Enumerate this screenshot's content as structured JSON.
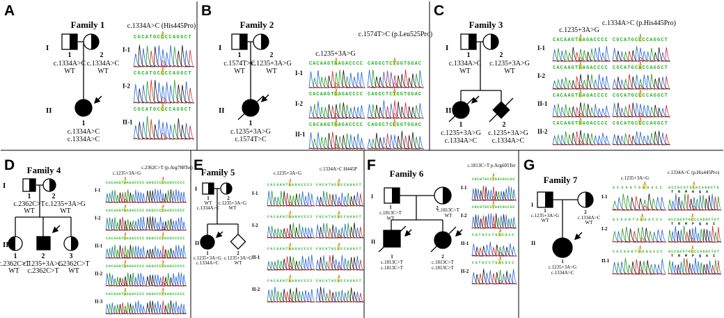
{
  "panels": [
    {
      "letter": "A",
      "family": "Family 1",
      "generations": [
        "I",
        "II"
      ],
      "individuals": [
        {
          "id": "1",
          "genotype": [
            "c.1334A>C",
            "WT"
          ]
        },
        {
          "id": "2",
          "genotype": [
            "c.1334A>C",
            "WT"
          ]
        },
        {
          "id": "1",
          "genotype": [
            "c.1334A>C",
            "c.1334A>C"
          ]
        }
      ],
      "columns": [
        "c.1334A>C (His445Pro)"
      ],
      "rows": [
        "I-1",
        "I-2",
        "II-1"
      ],
      "sequences": [
        [
          "CGCATGCCCCAGGCT"
        ],
        [
          "CGCATGCCCCAGGCT"
        ],
        [
          "CGCATGCCCCAGGCT"
        ]
      ]
    },
    {
      "letter": "B",
      "family": "Family 2",
      "generations": [
        "I",
        "II"
      ],
      "individuals": [
        {
          "id": "1",
          "genotype": [
            "c.1574T>C",
            "WT"
          ]
        },
        {
          "id": "2",
          "genotype": [
            "c.1235+3A>G",
            "WT"
          ]
        },
        {
          "id": "1",
          "genotype": [
            "c.1235+3A>G",
            "c.1574T>C"
          ]
        }
      ],
      "columns": [
        "c.1235+3A>G",
        "c.1574T>C (p.Leu525Pro)"
      ],
      "rows": [
        "I-1",
        "I-2",
        "II-1"
      ],
      "sequences": [
        [
          "CACAAGTAAGACCCC",
          "CAGGCTCTGGTGGAC"
        ],
        [
          "CACAAGTGAGACCCC",
          "CAGGCTCTGGTGGAC"
        ],
        [
          "CACAAGTGAGACCCC",
          "CAGGCTCCGGTGGAC"
        ]
      ]
    },
    {
      "letter": "C",
      "family": "Family 3",
      "generations": [
        "I",
        "II"
      ],
      "individuals": [
        {
          "id": "1",
          "genotype": [
            "c.1334A>C",
            "WT"
          ]
        },
        {
          "id": "2",
          "genotype": [
            "c.1235+3A>G",
            "WT"
          ]
        },
        {
          "id": "1",
          "genotype": [
            "c.1235+3A>G",
            "c.1334A>C"
          ]
        },
        {
          "id": "2",
          "genotype": [
            "c.1235+3A>G",
            "c.1334A>C"
          ]
        }
      ],
      "columns": [
        "c.1235+3A>G",
        "c.1334A>C (p.His445Pro)"
      ],
      "rows": [
        "I-1",
        "I-2",
        "II-1",
        "II-2"
      ],
      "sequences": [
        [
          "CACAAGTAAGACCCC",
          "CGCATGCCCCAGGCT"
        ],
        [
          "CACAAGTGAGACCCC",
          "CGCATGCACCAGGCT"
        ],
        [
          "CACAAGTGAGACCCC",
          "CGCATGCCCCAGGCT"
        ],
        [
          "CACAAGTGAGACCCC",
          "CGCATGCCCCAGGCT"
        ]
      ]
    },
    {
      "letter": "D",
      "family": "Family 4",
      "generations": [
        "I",
        "II"
      ],
      "individuals": [
        {
          "id": "1",
          "genotype": [
            "c.2362C>T",
            "WT"
          ]
        },
        {
          "id": "2",
          "genotype": [
            "c.1235+3A>G",
            "WT"
          ]
        },
        {
          "id": "1",
          "genotype": [
            "c.2362C>T",
            "WT"
          ]
        },
        {
          "id": "2",
          "genotype": [
            "c.1235+3A>G",
            "c.2362C>T"
          ]
        },
        {
          "id": "3",
          "genotype": [
            "c.2362C>T",
            "WT"
          ]
        }
      ],
      "columns": [
        "c.1235+3A>G",
        "c.2362C>T (p.Arg788Ter)"
      ],
      "rows": [
        "I-1",
        "I-2",
        "II-1",
        "II-2",
        "II-3"
      ],
      "sequences": [
        [
          "CACAAGTAAGACCCC",
          "GGGCCCCGAGCCCCC"
        ],
        [
          "CACAAGTGAGACCCC",
          "GGGCCCCGAGCCCCC"
        ],
        [
          "CACAAGTAAGACCCC",
          "GGGCCCTGAGCCCCC"
        ],
        [
          "CACAAGTGAGACCCC",
          "GGGCCCTGAGCCCCC"
        ],
        [
          "CACAAGTAAGACCCC",
          "GGGCCCTGAGCCCCC"
        ]
      ]
    },
    {
      "letter": "E",
      "family": "Family 5",
      "generations": [
        "I",
        "II"
      ],
      "individuals": [
        {
          "id": "1",
          "genotype": [
            "WT",
            "c.1334A>C"
          ]
        },
        {
          "id": "2",
          "genotype": [
            "c.1235+3A>G",
            "WT"
          ]
        },
        {
          "id": "1",
          "genotype": [
            "c.1235+3A>G",
            "c.1334A>C"
          ]
        },
        {
          "id": "2",
          "genotype": [
            "c.1235+3A>G",
            "WT"
          ]
        }
      ],
      "columns": [
        "c.1235+3A>G",
        "c.1334A>C H445P"
      ],
      "rows": [
        "I-1",
        "I-2",
        "II-1",
        "II-2"
      ],
      "sequences": [
        [
          "CACAAGTAAGACCCC",
          "CGCATGCCCCAGGCT"
        ],
        [
          "CACAAGTGAGACCCC",
          "CGCATGCACCAGGCT"
        ],
        [
          "CACAAGTGAGACCCC",
          "CGCATGCCCCAGGCT"
        ],
        [
          "CACAAGTGAGACCCC",
          "CGCATGCACCAGGCT"
        ]
      ]
    },
    {
      "letter": "F",
      "family": "Family 6",
      "generations": [
        "I",
        "II"
      ],
      "individuals": [
        {
          "id": "1",
          "genotype": [
            "c.1813C>T",
            "WT"
          ]
        },
        {
          "id": "2",
          "genotype": [
            "c.1813C>T",
            "WT"
          ]
        },
        {
          "id": "1",
          "genotype": [
            "c.1813C>T",
            "c.1813C>T"
          ]
        },
        {
          "id": "2",
          "genotype": [
            "c.1813C>T",
            "c.1813C>T"
          ]
        }
      ],
      "columns": [
        "c.1813C>T p.Arg605Ter"
      ],
      "rows": [
        "I-1",
        "I-2",
        "II-1",
        "II-2"
      ],
      "sequences": [
        [
          "CGCGTGCCTGACGCCAC"
        ],
        [
          "CGCGTGCCTGACGCCAC"
        ],
        [
          "CGTGCCTGACGCC"
        ],
        [
          "CGTGCCTGACGCC"
        ]
      ]
    },
    {
      "letter": "G",
      "family": "Family 7",
      "generations": [
        "I",
        "II"
      ],
      "individuals": [
        {
          "id": "1",
          "genotype": [
            "c.1235+3A>G",
            "WT"
          ]
        },
        {
          "id": "2",
          "genotype": [
            "c.1334A>C",
            "WT"
          ]
        },
        {
          "id": "1",
          "genotype": [
            "c.1235+3A>G",
            "c.1334A>C"
          ]
        }
      ],
      "columns": [
        "c.1235+3A>G",
        "c.1334A>C (p.His445Pro)"
      ],
      "rows": [
        "I-1",
        "I-2",
        "II-1"
      ],
      "sequences": [
        [
          "ACAAGTGAGACC",
          "ACCGCATGCACAGGCTA"
        ],
        [
          "ACAAGTAAGACCC",
          "ACCGCATGCCCAGGCTAT"
        ],
        [
          "CACAAGTGAGACCC",
          "ACCGCATGCCCAGGCTAT"
        ]
      ],
      "protein": [
        [
          "T",
          "R",
          "M",
          "H",
          "Q",
          "A"
        ],
        [
          "T",
          "R",
          "M",
          "P",
          "Q",
          "A",
          "I"
        ],
        [
          "T",
          "R",
          "M",
          "P",
          "Q",
          "A",
          "I"
        ]
      ]
    }
  ]
}
